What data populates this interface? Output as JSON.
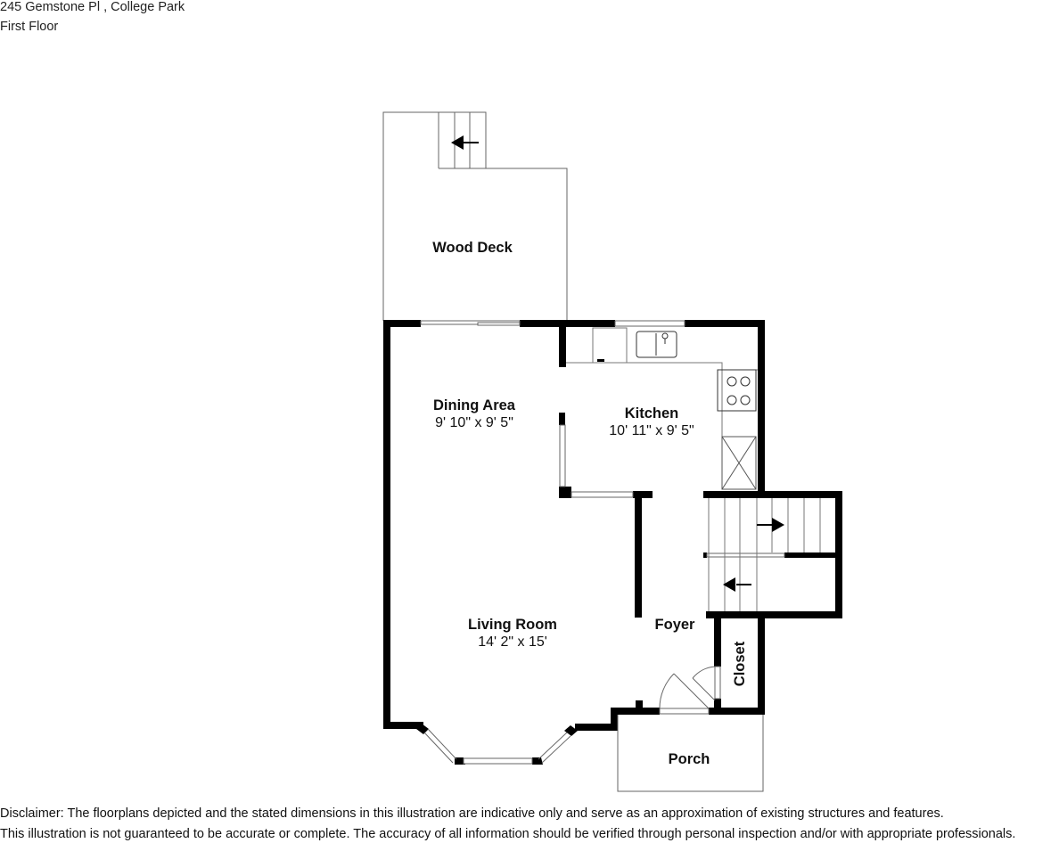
{
  "header": {
    "address": "245 Gemstone Pl , College Park",
    "floor": "First Floor"
  },
  "rooms": [
    {
      "name": "Wood Deck",
      "dimensions": ""
    },
    {
      "name": "Dining Area",
      "dimensions": "9' 10\" x 9' 5\""
    },
    {
      "name": "Kitchen",
      "dimensions": "10' 11\" x 9' 5\""
    },
    {
      "name": "Living Room",
      "dimensions": "14' 2\" x 15'"
    },
    {
      "name": "Foyer",
      "dimensions": ""
    },
    {
      "name": "Closet",
      "dimensions": ""
    },
    {
      "name": "Porch",
      "dimensions": ""
    }
  ],
  "icons": [
    "stair-arrow-left-icon",
    "stair-arrow-right-icon",
    "sink-icon",
    "stove-icon",
    "refrigerator-icon",
    "door-swing-icon"
  ],
  "disclaimer": {
    "line1": "Disclaimer: The floorplans depicted and the stated dimensions in this illustration are indicative only and serve as an approximation of existing structures and features.",
    "line2": "This illustration is not guaranteed to be accurate or complete. The accuracy of all information should be verified through personal inspection and/or with appropriate professionals."
  },
  "colors": {
    "wall": "#000000",
    "line": "#555555",
    "background": "#ffffff"
  }
}
